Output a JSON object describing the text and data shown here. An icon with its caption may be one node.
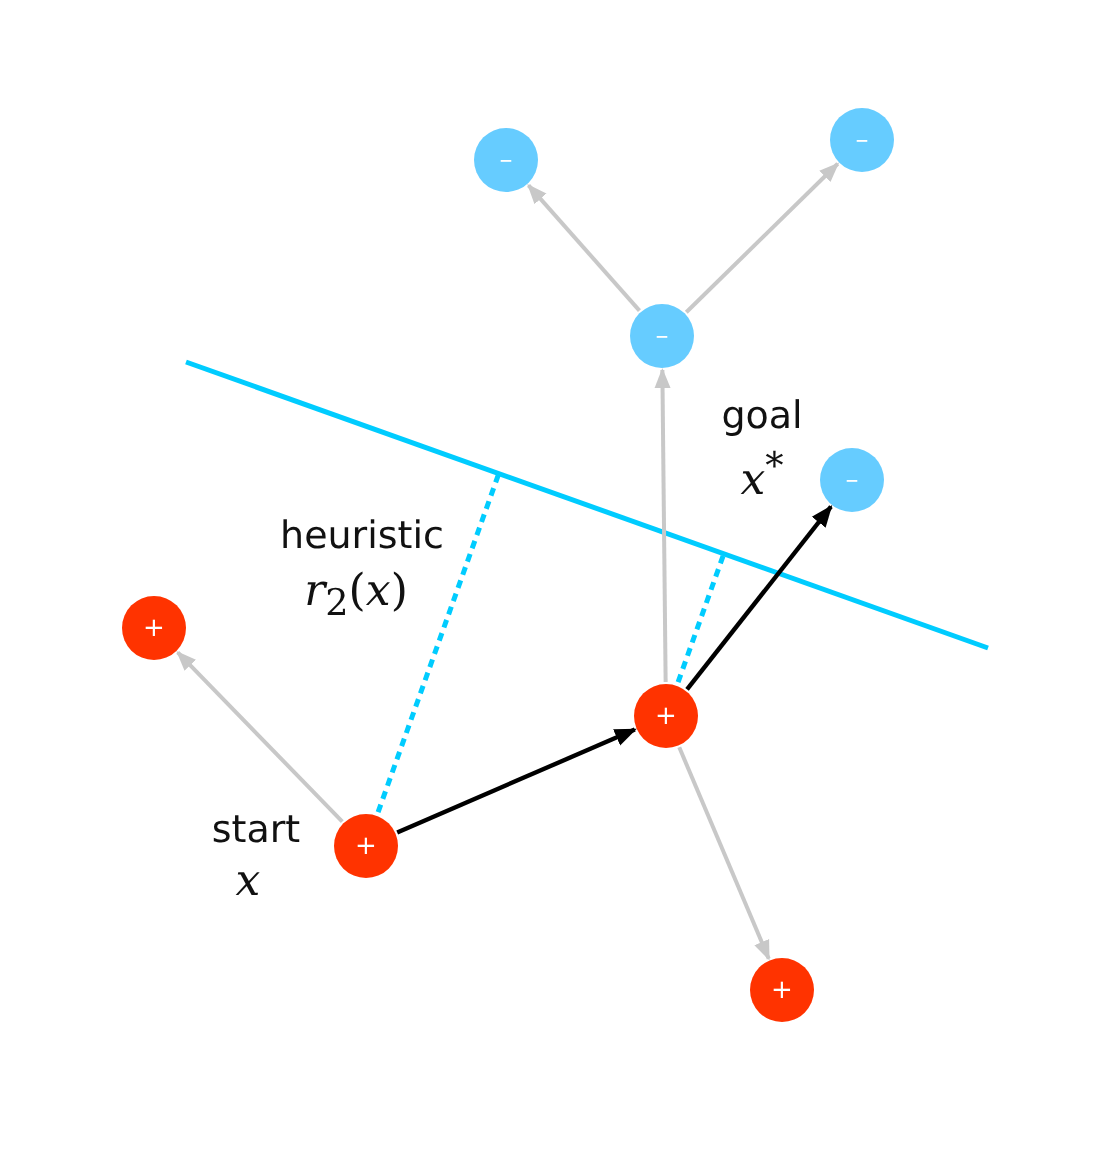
{
  "diagram": {
    "nodes": [
      {
        "text": [
          "–"
        ]
      },
      {
        "text": [
          "–"
        ]
      },
      {
        "text": [
          "–"
        ]
      },
      {
        "text": [
          "–"
        ],
        "beside": [
          "goal",
          "*x*$^{*}$"
        ]
      },
      {
        "text": [
          "+"
        ]
      },
      {
        "text": [
          "+"
        ]
      },
      {
        "text": [
          "+"
        ],
        "beside": [
          "start",
          "*x*"
        ]
      },
      {
        "text": [
          "+"
        ]
      }
    ],
    "edges": [
      {
        "from": 6,
        "to": 4,
        "arrow": "to"
      },
      {
        "from": 6,
        "to": 5,
        "arrow": "to",
        "color": "#000000"
      },
      {
        "from": 5,
        "to": 3,
        "arrow": "to",
        "color": "#000000"
      },
      {
        "from": 5,
        "to": 2,
        "arrow": "to"
      },
      {
        "from": 5,
        "to": 7,
        "arrow": "to"
      },
      {
        "from": 2,
        "to": 0,
        "arrow": "to"
      },
      {
        "from": 2,
        "to": 1,
        "arrow": "to"
      }
    ],
    "labels": [
      "heuristic",
      "*r*$_{2}$(*x*)"
    ]
  }
}
